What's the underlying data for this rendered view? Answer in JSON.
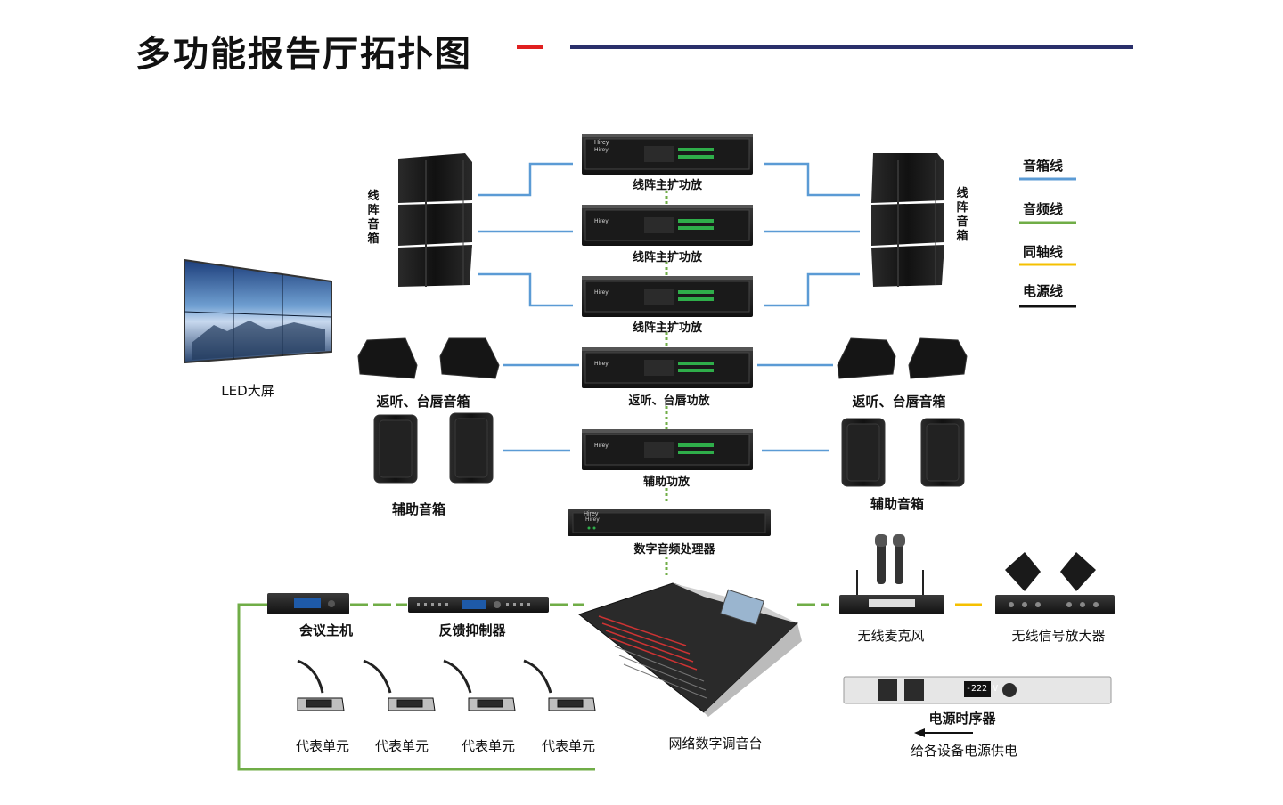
{
  "title": "多功能报告厅拓扑图",
  "legend": [
    {
      "label": "音箱线",
      "color": "#5b9bd5"
    },
    {
      "label": "音频线",
      "color": "#70ad47"
    },
    {
      "label": "同轴线",
      "color": "#f5c000"
    },
    {
      "label": "电源线",
      "color": "#111111"
    }
  ],
  "colors": {
    "title_accent_red": "#e02020",
    "title_bar_navy": "#2a2f6b",
    "speaker_line": "#5b9bd5",
    "audio_line": "#70ad47",
    "coax_line": "#f5c000",
    "power_line": "#111111"
  },
  "amps": [
    "线阵主扩功放",
    "线阵主扩功放",
    "线阵主扩功放",
    "返听、台唇功放",
    "辅助功放"
  ],
  "line_array_left": "线阵音箱",
  "line_array_right": "线阵音箱",
  "led_screen": "LED大屏",
  "monitor_left": "返听、台唇音箱",
  "monitor_right": "返听、台唇音箱",
  "aux_left": "辅助音箱",
  "aux_right": "辅助音箱",
  "processor": "数字音频处理器",
  "conference_host": "会议主机",
  "feedback_suppressor": "反馈抑制器",
  "delegate_units": [
    "代表单元",
    "代表单元",
    "代表单元",
    "代表单元"
  ],
  "mixer": "网络数字调音台",
  "wireless_mic": "无线麦克风",
  "signal_amp": "无线信号放大器",
  "power_sequencer": "电源时序器",
  "power_sequencer_display": "-222 V",
  "power_note": "给各设备电源供电",
  "amp_brand": "Hirey"
}
